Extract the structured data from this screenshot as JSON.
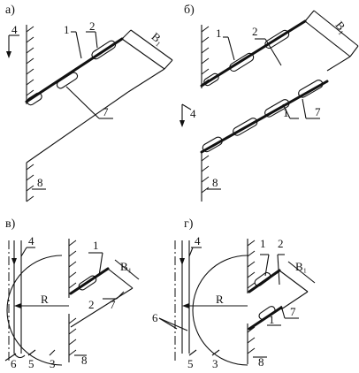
{
  "panels": {
    "a": {
      "title": "а)",
      "labels": [
        "4",
        "1",
        "2",
        "7",
        "8"
      ],
      "width_label": "B₁"
    },
    "b": {
      "title": "б)",
      "labels": [
        "1",
        "2",
        "4",
        "1",
        "7",
        "8"
      ],
      "width_label": "B₁"
    },
    "v": {
      "title": "в)",
      "labels": [
        "4",
        "1",
        "R",
        "7",
        "2",
        "8",
        "6",
        "5",
        "3"
      ],
      "width_label": "B₁"
    },
    "g": {
      "title": "г)",
      "labels": [
        "4",
        "1",
        "2",
        "R",
        "6",
        "1",
        "7",
        "5",
        "3",
        "8"
      ],
      "width_label": "B₁"
    }
  }
}
